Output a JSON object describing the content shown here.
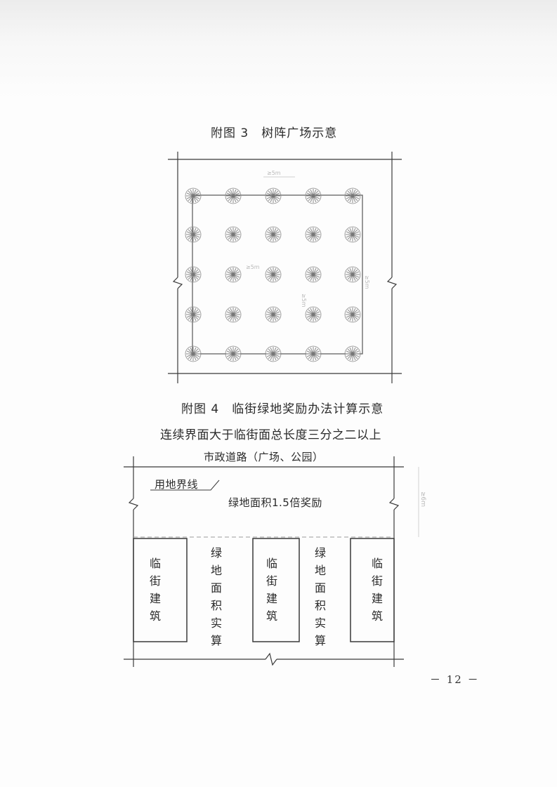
{
  "figure3": {
    "title": "附图 3　树阵广场示意",
    "grid": {
      "rows": 5,
      "columns": 5
    }
  },
  "figure4": {
    "title": "附图 4　临街绿地奖励办法计算示意",
    "subtitle": "连续界面大于临街面总长度三分之二以上",
    "road_label": "市政道路（广场、公园）",
    "boundary_label": "用地界线",
    "bonus_label": "绿地面积1.5倍奖励",
    "buildings": [
      "临\n街\n建\n筑",
      "临\n街\n建\n筑",
      "临\n街\n建\n筑"
    ],
    "green_areas": [
      "绿\n地\n面\n积\n实\n算",
      "绿\n地\n面\n积\n实\n算"
    ]
  },
  "page_number": "－ 12 －"
}
